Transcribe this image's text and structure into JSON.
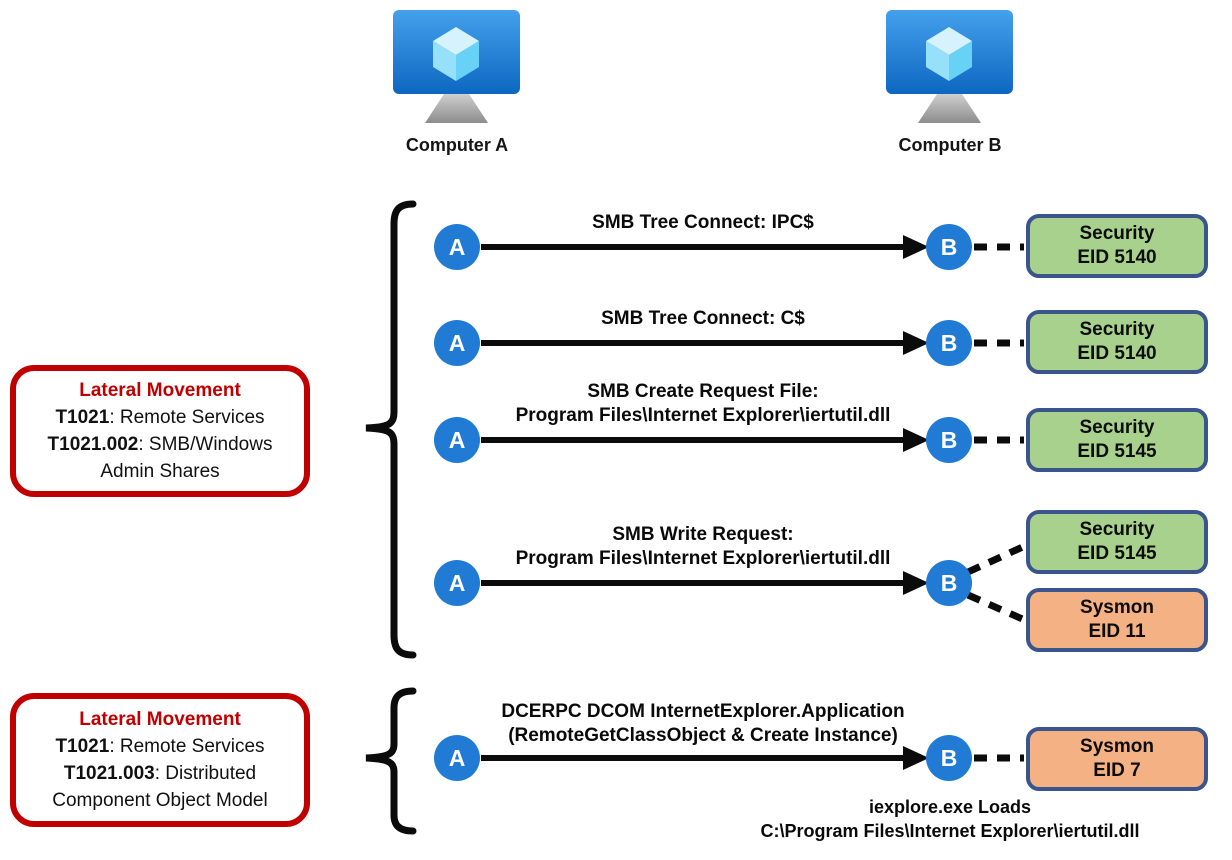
{
  "computers": {
    "a_label": "Computer A",
    "b_label": "Computer B"
  },
  "nodes": {
    "a": "A",
    "b": "B"
  },
  "tactic1": {
    "title": "Lateral Movement",
    "t1_code": "T1021",
    "t1_rest": ": Remote Services",
    "t2_code": "T1021.002",
    "t2_rest": ": SMB/Windows Admin Shares"
  },
  "tactic2": {
    "title": "Lateral Movement",
    "t1_code": "T1021",
    "t1_rest": ": Remote Services",
    "t2_code": "T1021.003",
    "t2_rest": ": Distributed Component Object Model"
  },
  "flows": [
    {
      "line1": "SMB Tree Connect: IPC$",
      "line2": ""
    },
    {
      "line1": "SMB Tree Connect: C$",
      "line2": ""
    },
    {
      "line1": "SMB Create Request File:",
      "line2": "Program Files\\Internet Explorer\\iertutil.dll"
    },
    {
      "line1": "SMB Write Request:",
      "line2": "Program Files\\Internet Explorer\\iertutil.dll"
    },
    {
      "line1": "DCERPC DCOM InternetExplorer.Application",
      "line2": "(RemoteGetClassObject & Create Instance)"
    }
  ],
  "events": [
    {
      "log": "Security",
      "eid": "EID 5140"
    },
    {
      "log": "Security",
      "eid": "EID 5140"
    },
    {
      "log": "Security",
      "eid": "EID 5145"
    },
    {
      "log": "Security",
      "eid": "EID 5145"
    },
    {
      "log": "Sysmon",
      "eid": "EID 11"
    },
    {
      "log": "Sysmon",
      "eid": "EID 7"
    }
  ],
  "footnote": {
    "line1": "iexplore.exe Loads",
    "line2": "C:\\Program Files\\Internet Explorer\\iertutil.dll"
  },
  "icons": {
    "computer": "computer-monitor-cube-icon"
  },
  "colors": {
    "event_green": "#A9D18E",
    "event_orange": "#F4B183",
    "event_border": "#39558C",
    "tactic_red": "#C00000",
    "node_blue": "#217BD4",
    "line_black": "#0b0b0b"
  }
}
